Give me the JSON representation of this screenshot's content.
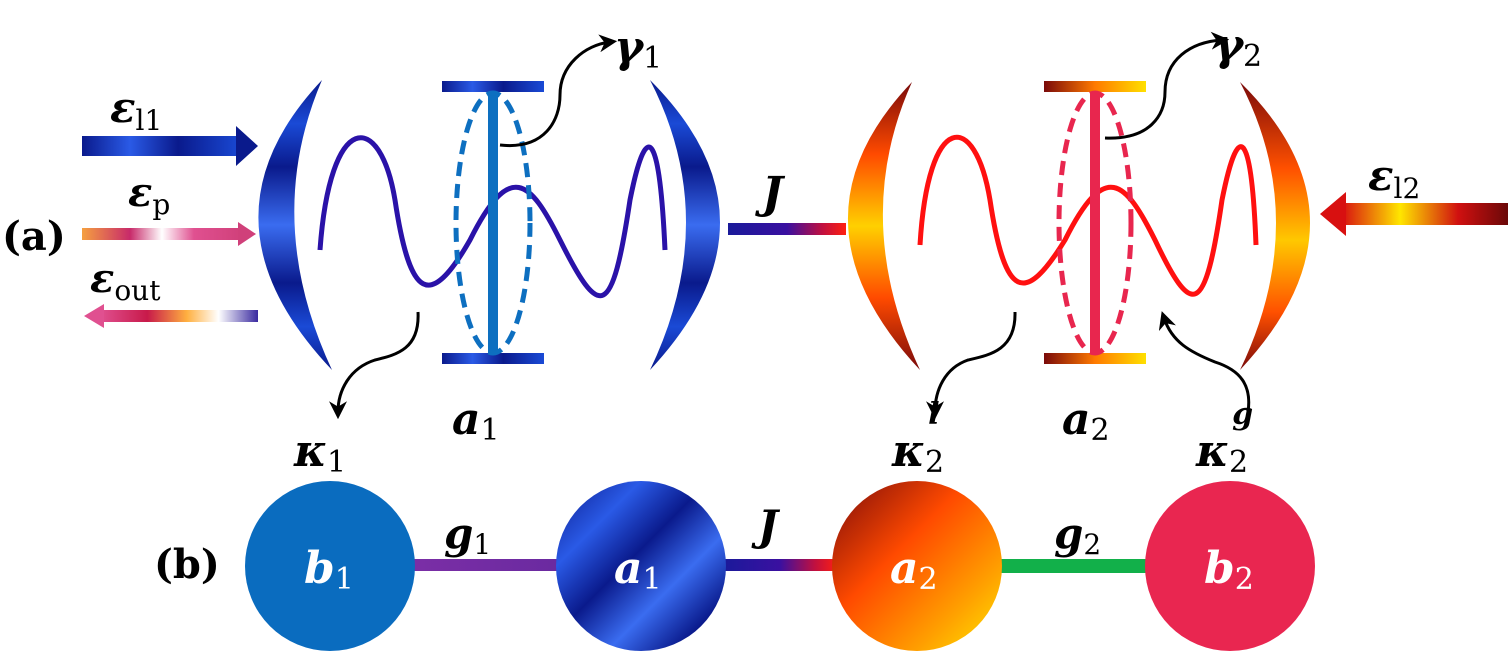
{
  "panel_labels": {
    "a": "(a)",
    "b": "(b)"
  },
  "inputs": {
    "eps_l1": {
      "sym": "ε",
      "sub": "l1"
    },
    "eps_p": {
      "sym": "ε",
      "sub": "p"
    },
    "eps_out": {
      "sym": "ε",
      "sub": "out"
    },
    "eps_l2": {
      "sym": "ε",
      "sub": "l2"
    }
  },
  "cavity1": {
    "mode": {
      "sym": "a",
      "sub": "1"
    },
    "atom_decay": {
      "sym": "γ",
      "sub": "1"
    },
    "loss": {
      "sym": "κ",
      "sub": "1"
    }
  },
  "cavity2": {
    "mode": {
      "sym": "a",
      "sub": "2"
    },
    "atom_decay": {
      "sym": "γ",
      "sub": "2"
    },
    "loss": {
      "sym": "κ",
      "sub": "2",
      "sup": "l"
    },
    "gain": {
      "sym": "κ",
      "sub": "2",
      "sup": "g"
    }
  },
  "coupling": {
    "J": "J"
  },
  "chain": {
    "nodes": [
      {
        "sym": "b",
        "sub": "1"
      },
      {
        "sym": "a",
        "sub": "1"
      },
      {
        "sym": "a",
        "sub": "2"
      },
      {
        "sym": "b",
        "sub": "2"
      }
    ],
    "links": [
      {
        "sym": "g",
        "sub": "1"
      },
      {
        "sym": "J",
        "sub": ""
      },
      {
        "sym": "g",
        "sub": "2"
      }
    ]
  },
  "colors": {
    "blue_dark": "#0a1a8c",
    "blue_mid": "#1a4ad6",
    "blue_atom": "#0d6fc0",
    "wave1": "#2a12a8",
    "wave2": "#ff1010",
    "atom2": "#e8264e",
    "red_dark": "#7a0a0a",
    "orange": "#ff8a00",
    "yellow": "#ffe600",
    "pink": "#e0508a",
    "node_b1": "#0a6cbf",
    "node_b2": "#e92650",
    "link_g1": "#7b2ea6",
    "link_g2": "#12b04a"
  }
}
